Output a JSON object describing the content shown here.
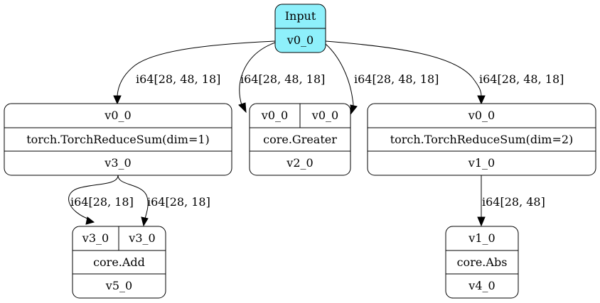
{
  "nodes": {
    "input": {
      "title": "Input",
      "out": "v0_0",
      "fill": "#8ef0fb"
    },
    "sum_dim1": {
      "in": "v0_0",
      "op": "torch.TorchReduceSum(dim=1)",
      "out": "v3_0"
    },
    "greater": {
      "in_a": "v0_0",
      "in_b": "v0_0",
      "op": "core.Greater",
      "out": "v2_0"
    },
    "sum_dim2": {
      "in": "v0_0",
      "op": "torch.TorchReduceSum(dim=2)",
      "out": "v1_0"
    },
    "add": {
      "in_a": "v3_0",
      "in_b": "v3_0",
      "op": "core.Add",
      "out": "v5_0"
    },
    "abs": {
      "in": "v1_0",
      "op": "core.Abs",
      "out": "v4_0"
    }
  },
  "edges": {
    "input_to_sum_dim1": "i64[28, 48, 18]",
    "input_to_greater_a": "i64[28, 48, 18]",
    "input_to_greater_b": "i64[28, 48, 18]",
    "input_to_sum_dim2": "i64[28, 48, 18]",
    "sum_dim1_to_add_a": "i64[28, 18]",
    "sum_dim1_to_add_b": "i64[28, 18]",
    "sum_dim2_to_abs": "i64[28, 48]"
  }
}
